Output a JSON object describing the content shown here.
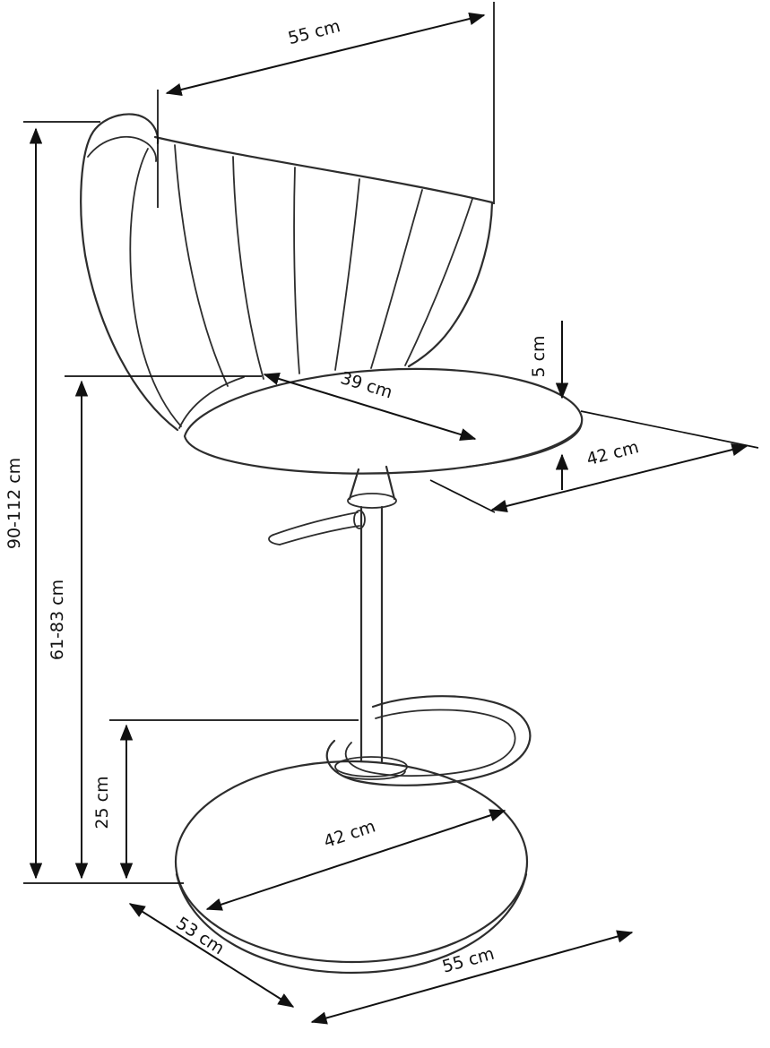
{
  "colors": {
    "background": "#ffffff",
    "line": "#2d2d2d",
    "dimension": "#111111",
    "text": "#111111"
  },
  "labels": {
    "backrest_width": "55 cm",
    "overall_height": "90-112 cm",
    "seat_height": "61-83 cm",
    "footrest_height": "25 cm",
    "seat_thickness": "5 cm",
    "seat_diameter": "39 cm",
    "seat_depth": "42 cm",
    "base_top_diameter": "42 cm",
    "base_depth": "53 cm",
    "base_width": "55 cm"
  }
}
